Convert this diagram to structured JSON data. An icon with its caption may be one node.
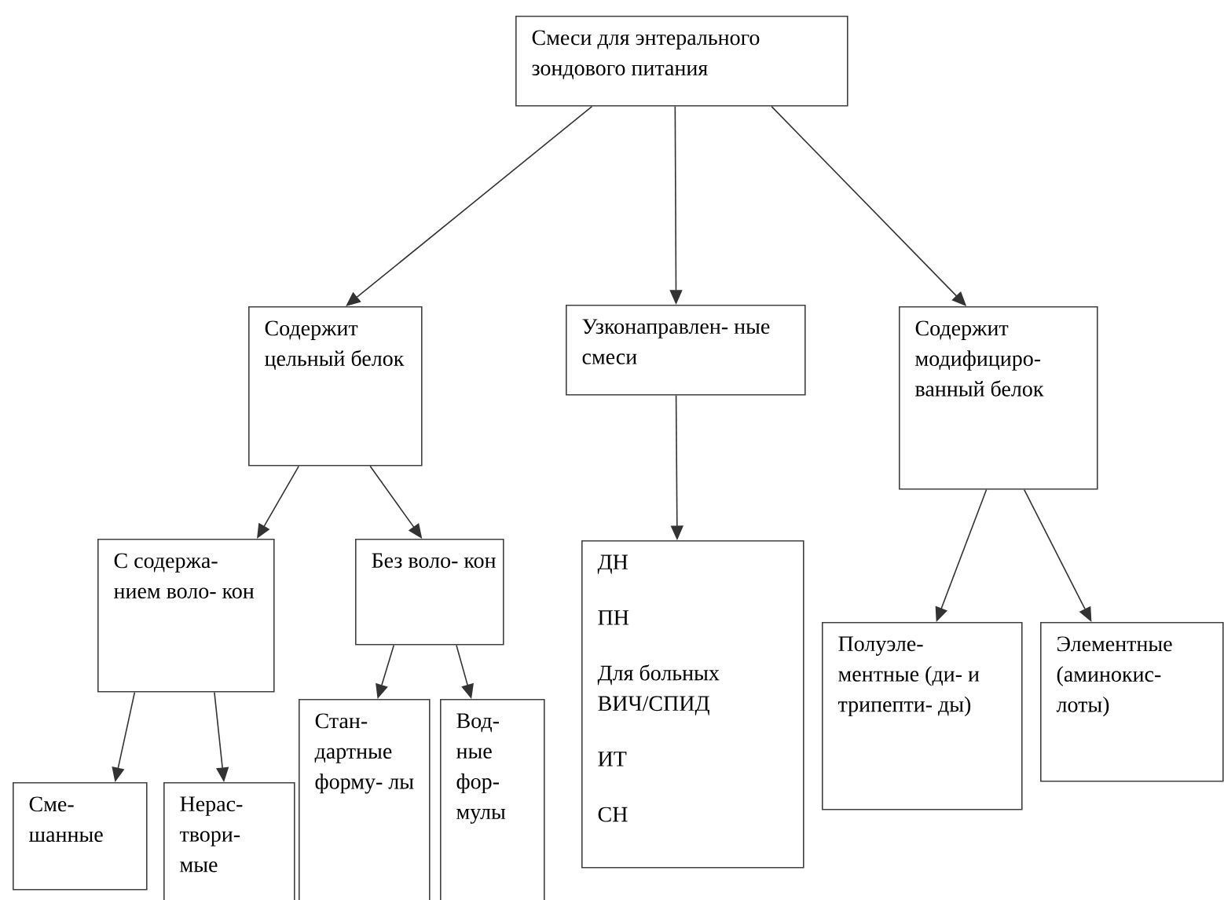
{
  "diagram": {
    "nodes": [
      {
        "text": [
          "Смеси для энтерального зондового питания"
        ]
      },
      {
        "text": [
          "Содержит цельный белок"
        ]
      },
      {
        "text": [
          "Узконаправлен- ные смеси"
        ]
      },
      {
        "text": [
          "Содержит модифициро- ванный белок"
        ]
      },
      {
        "text": [
          "С содержа- нием воло- кон"
        ]
      },
      {
        "text": [
          "Без воло- кон"
        ]
      },
      {
        "text": [
          "ДН",
          "ПН",
          "Для больных ВИЧ/СПИД",
          "ИТ",
          "СН"
        ]
      },
      {
        "text": [
          "Полуэле- ментные (ди- и трипепти- ды)"
        ]
      },
      {
        "text": [
          "Элементные (аминокис- лоты)"
        ]
      },
      {
        "text": [
          "Сме- шанные"
        ]
      },
      {
        "text": [
          "Нерас- твори- мые"
        ]
      },
      {
        "text": [
          "Стан- дартные форму- лы"
        ]
      },
      {
        "text": [
          "Вод- ные фор- мулы"
        ]
      }
    ],
    "edges": [
      {
        "from": 0,
        "to": 1,
        "arrow": "to"
      },
      {
        "from": 0,
        "to": 2,
        "arrow": "to"
      },
      {
        "from": 0,
        "to": 3,
        "arrow": "to"
      },
      {
        "from": 1,
        "to": 4,
        "arrow": "to"
      },
      {
        "from": 1,
        "to": 5,
        "arrow": "to"
      },
      {
        "from": 2,
        "to": 6,
        "arrow": "to"
      },
      {
        "from": 3,
        "to": 7,
        "arrow": "to"
      },
      {
        "from": 3,
        "to": 8,
        "arrow": "to"
      },
      {
        "from": 4,
        "to": 9,
        "arrow": "to"
      },
      {
        "from": 4,
        "to": 10,
        "arrow": "to"
      },
      {
        "from": 5,
        "to": 11,
        "arrow": "to"
      },
      {
        "from": 5,
        "to": 12,
        "arrow": "to"
      }
    ]
  }
}
